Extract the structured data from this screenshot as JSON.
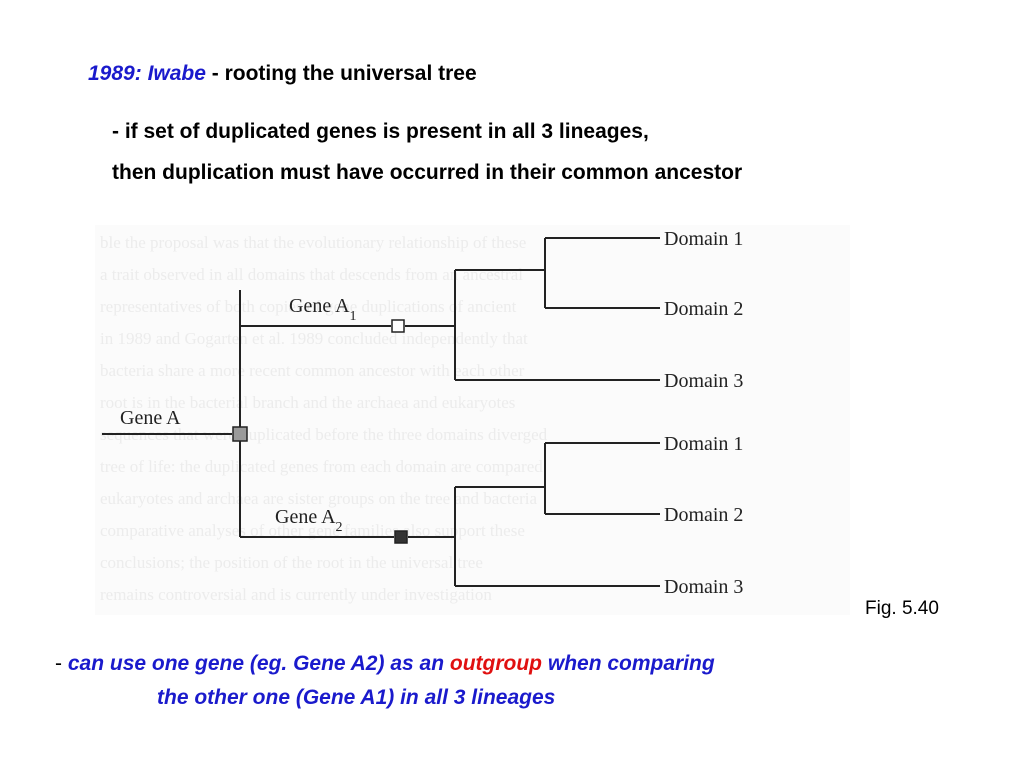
{
  "heading": {
    "year": "1989:",
    "author": "Iwabe",
    "rest": "- rooting the universal tree"
  },
  "points": {
    "line1": "- if set of duplicated genes is present in all 3 lineages,",
    "line2": "then duplication  must have occurred in their common ancestor"
  },
  "figure": {
    "caption": "Fig. 5.40",
    "root_label": "Gene A",
    "gene_a1_label": "Gene A",
    "gene_a1_sub": "1",
    "gene_a2_label": "Gene A",
    "gene_a2_sub": "2",
    "domains_upper": [
      "Domain 1",
      "Domain 2",
      "Domain 3"
    ],
    "domains_lower": [
      "Domain 1",
      "Domain 2",
      "Domain 3"
    ]
  },
  "note": {
    "dash": "-",
    "part1": "can use one gene (eg. Gene A2) as an",
    "highlight": "outgroup",
    "part2": "when comparing",
    "line2": "the other one  (Gene A1) in all 3 lineages"
  },
  "colors": {
    "heading_blue": "#1a1acc",
    "highlight_red": "#e01010"
  }
}
